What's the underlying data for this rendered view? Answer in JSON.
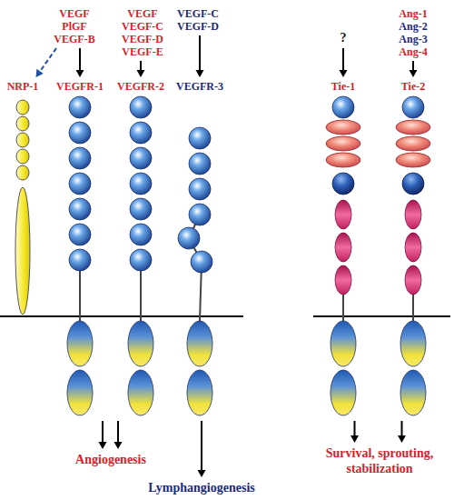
{
  "diagram": {
    "nodes": [
      {
        "text": [
          "VEGF",
          "PlGF",
          "VEGF-B"
        ]
      },
      {
        "text": [
          "VEGF",
          "VEGF-C",
          "VEGF-D",
          "VEGF-E"
        ]
      },
      {
        "text": [
          "VEGF-C",
          "VEGF-D"
        ]
      },
      {
        "text": [
          "?"
        ]
      },
      {
        "text": [
          "Ang-1",
          "Ang-2",
          "Ang-3",
          "Ang-4"
        ]
      },
      {
        "text": [
          "NRP-1"
        ]
      },
      {
        "text": [
          "VEGFR-1"
        ]
      },
      {
        "text": [
          "VEGFR-2"
        ]
      },
      {
        "text": [
          "VEGFR-3"
        ]
      },
      {
        "text": [
          "Tie-1"
        ]
      },
      {
        "text": [
          "Tie-2"
        ]
      },
      {
        "text": [
          "Angiogenesis"
        ]
      },
      {
        "text": [
          "Lymphangiogenesis"
        ]
      },
      {
        "text": [
          "Survival, sprouting, stabilization"
        ]
      }
    ],
    "edges": [
      {
        "from": 0,
        "to": 5,
        "arrow": "to"
      },
      {
        "from": 0,
        "to": 6,
        "arrow": "to"
      },
      {
        "from": 1,
        "to": 7,
        "arrow": "to"
      },
      {
        "from": 2,
        "to": 8,
        "arrow": "to"
      },
      {
        "from": 3,
        "to": 9,
        "arrow": "to"
      },
      {
        "from": 4,
        "to": 10,
        "arrow": "to"
      },
      {
        "from": 6,
        "to": 11,
        "arrow": "to"
      },
      {
        "from": 7,
        "to": 11,
        "arrow": "to"
      },
      {
        "from": 8,
        "to": 12,
        "arrow": "to"
      },
      {
        "from": 9,
        "to": 13,
        "arrow": "to"
      },
      {
        "from": 10,
        "to": 13,
        "arrow": "to"
      }
    ]
  }
}
